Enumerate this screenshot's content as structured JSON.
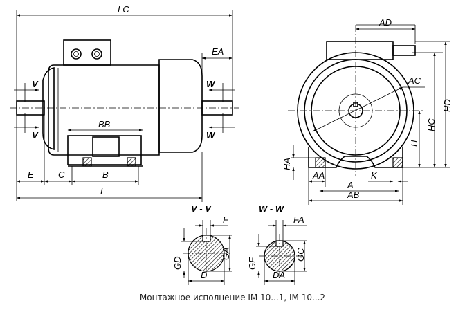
{
  "labels": {
    "LC": "LC",
    "EA": "EA",
    "V": "V",
    "W": "W",
    "BB": "BB",
    "E": "E",
    "C": "C",
    "B": "B",
    "L": "L",
    "AD": "AD",
    "AC": "AC",
    "HD": "HD",
    "HC": "HC",
    "H": "H",
    "HA": "HA",
    "AA": "AA",
    "K": "K",
    "A": "A",
    "AB": "AB",
    "F": "F",
    "GD": "GD",
    "GA": "GA",
    "D": "D",
    "FA": "FA",
    "GF": "GF",
    "GC": "GC",
    "DA": "DA"
  },
  "sections": {
    "vv": "V - V",
    "ww": "W - W"
  },
  "caption": "Монтажное исполнение IM 10...1, IM 10...2"
}
